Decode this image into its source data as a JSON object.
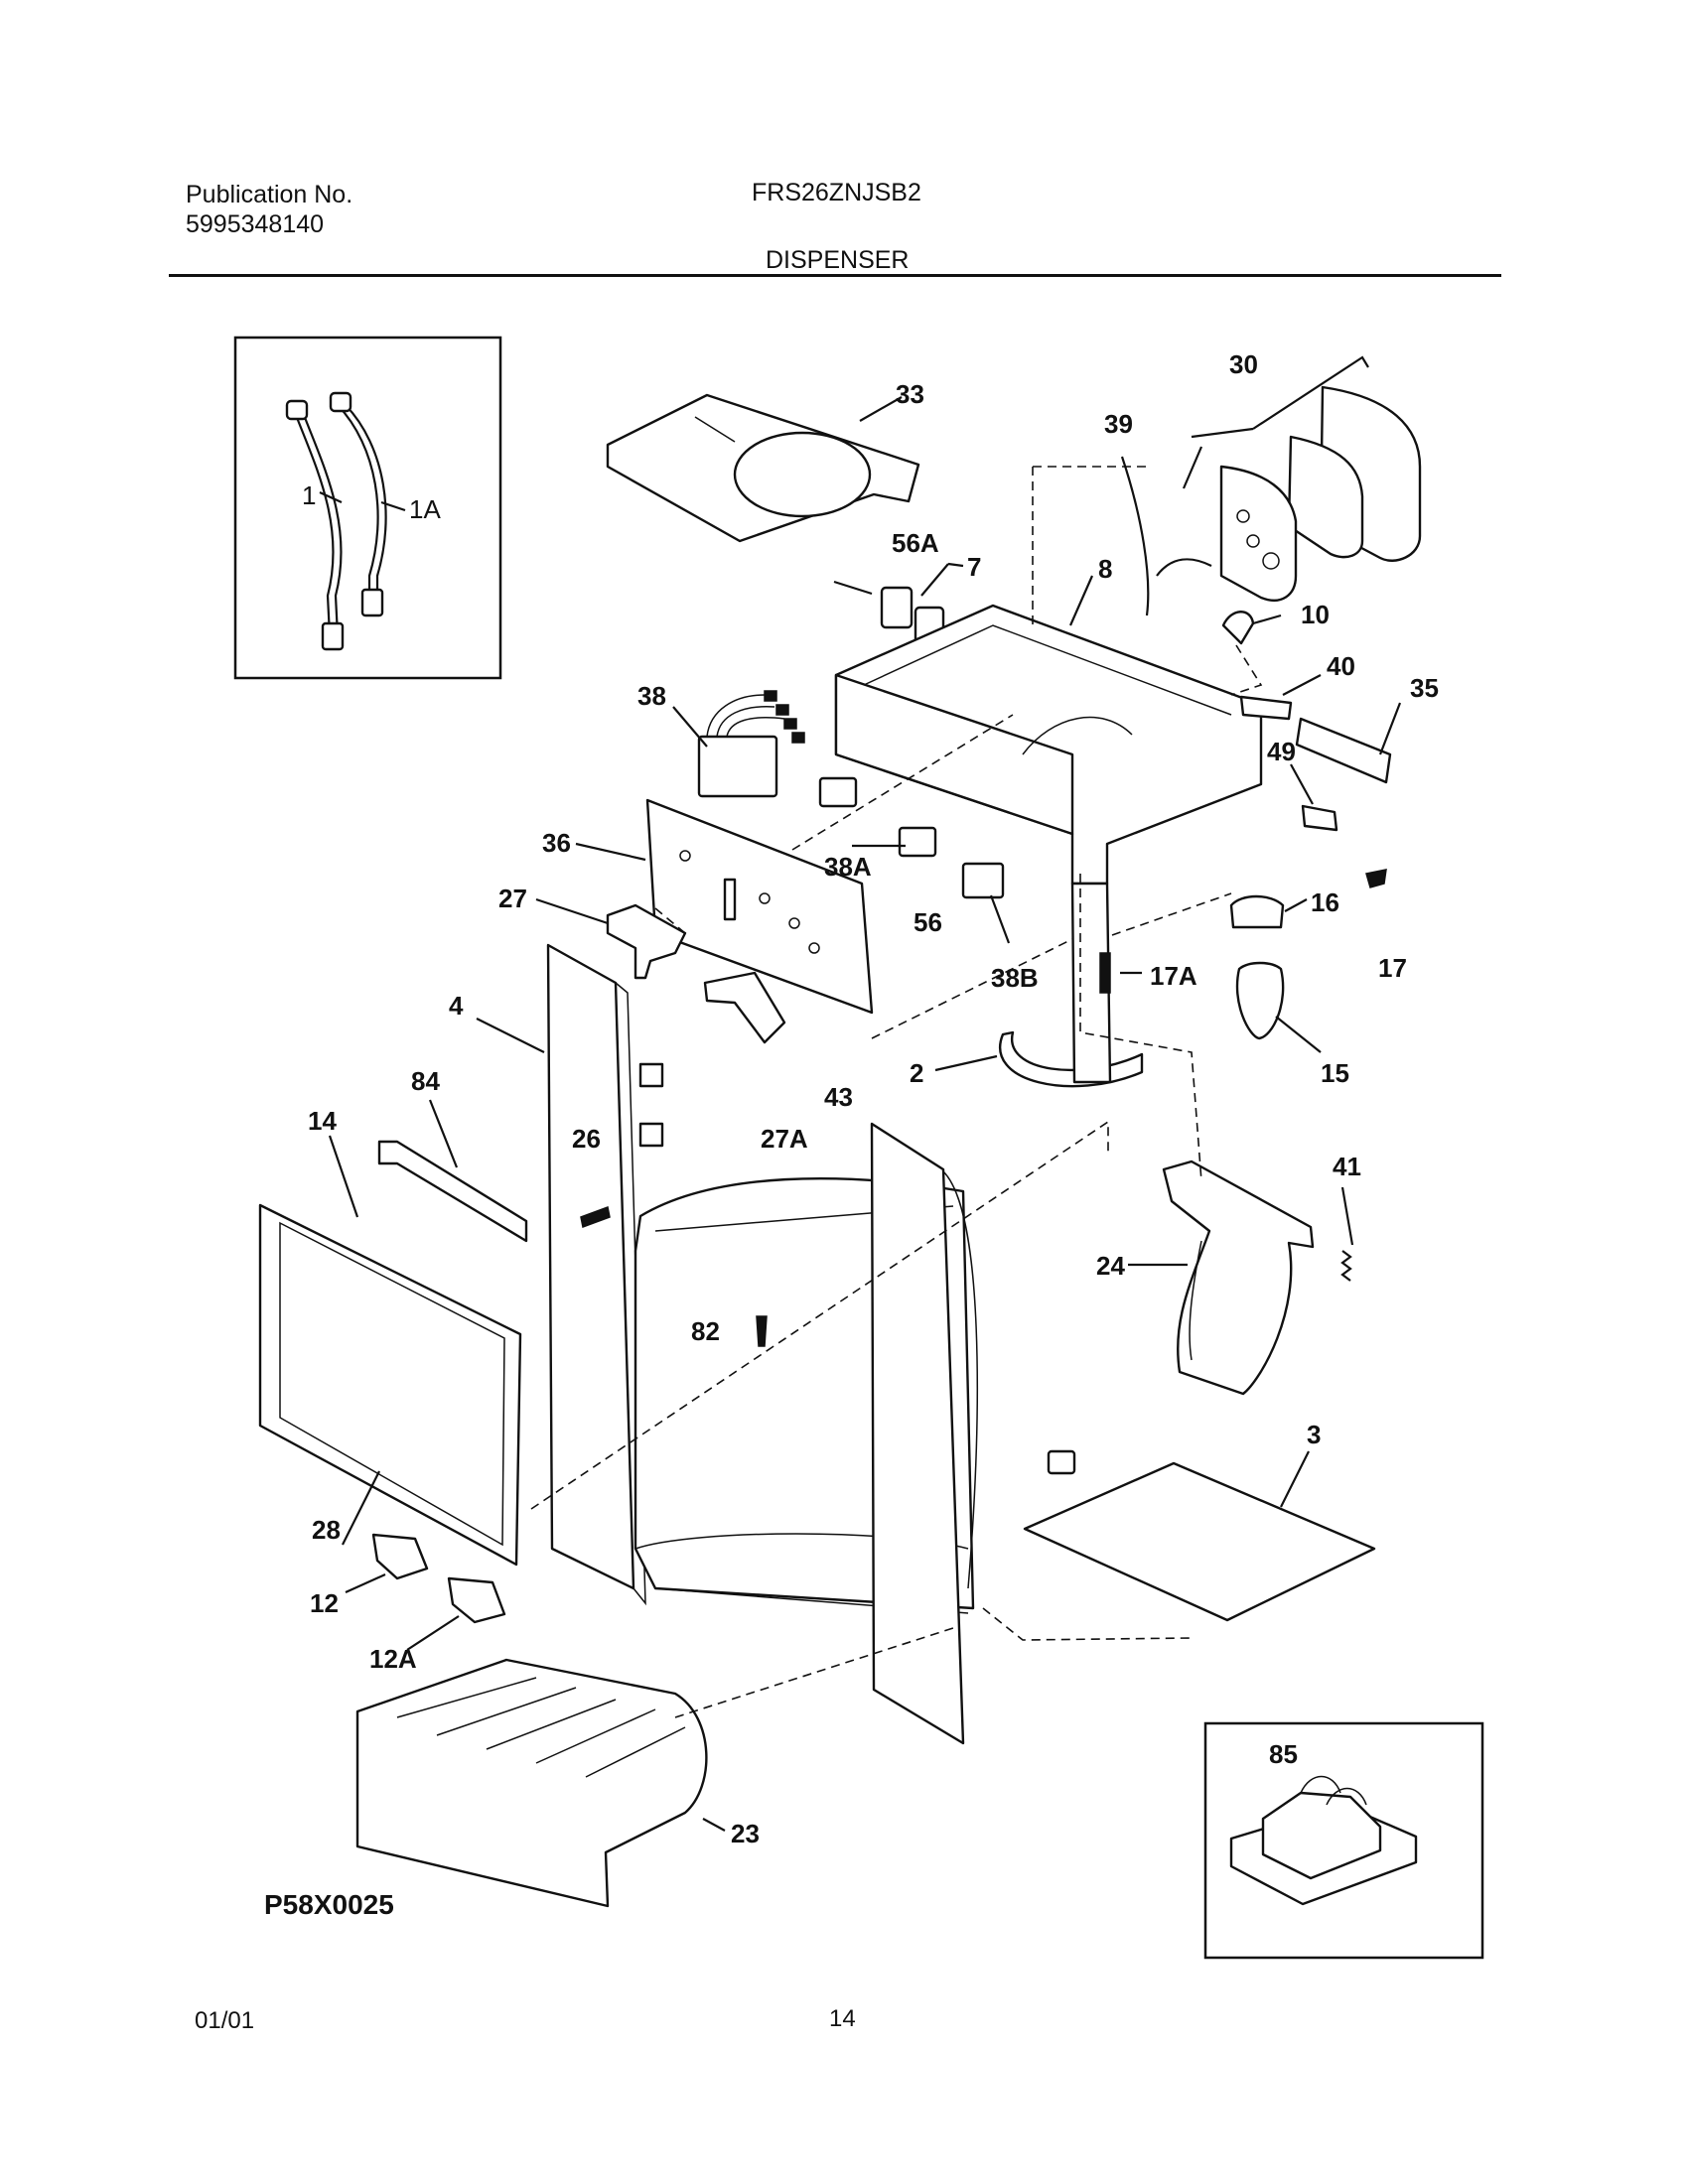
{
  "header": {
    "publication_label": "Publication No.",
    "publication_number": "5995348140",
    "model": "FRS26ZNJSB2",
    "section": "DISPENSER"
  },
  "diagram": {
    "code": "P58X0025",
    "part_labels": {
      "p1": "1",
      "p1A": "1A",
      "p2": "2",
      "p3": "3",
      "p4": "4",
      "p7": "7",
      "p8": "8",
      "p10": "10",
      "p12": "12",
      "p12A": "12A",
      "p14": "14",
      "p15": "15",
      "p16": "16",
      "p17": "17",
      "p17A": "17A",
      "p23": "23",
      "p24": "24",
      "p26": "26",
      "p27": "27",
      "p27A": "27A",
      "p28": "28",
      "p30": "30",
      "p33": "33",
      "p35": "35",
      "p36": "36",
      "p38": "38",
      "p38A": "38A",
      "p38B": "38B",
      "p39": "39",
      "p40": "40",
      "p41": "41",
      "p43": "43",
      "p49": "49",
      "p56": "56",
      "p56A": "56A",
      "p82": "82",
      "p84": "84",
      "p85": "85"
    }
  },
  "footer": {
    "date": "01/01",
    "page": "14"
  }
}
